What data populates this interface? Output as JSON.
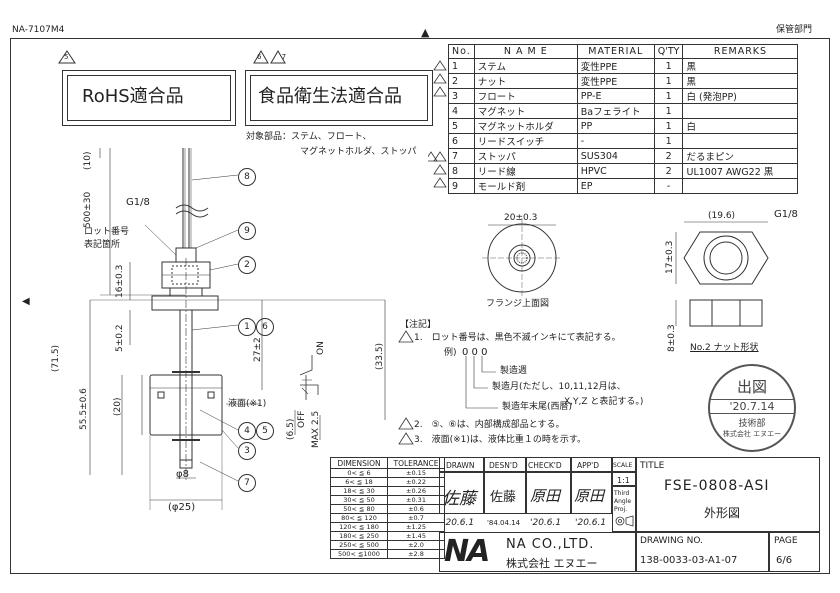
{
  "header": {
    "doc_code": "NA-7107M4",
    "dept": "保管部門"
  },
  "certifications": [
    {
      "mark": "5",
      "text": "RoHS適合品"
    },
    {
      "mark": "6 7",
      "text": "食品衛生法適合品"
    }
  ],
  "target_parts": {
    "line1": "対象部品：ステム、フロート、",
    "line2": "マグネットホルダ、ストッパ"
  },
  "parts_table": {
    "headers": [
      "No.",
      "N A M E",
      "MATERIAL",
      "Q'TY",
      "REMARKS"
    ],
    "rows": [
      {
        "rev": "6",
        "no": "1",
        "name": "ステム",
        "material": "変性PPE",
        "qty": "1",
        "remarks": "黒"
      },
      {
        "rev": "6",
        "no": "2",
        "name": "ナット",
        "material": "変性PPE",
        "qty": "1",
        "remarks": "黒"
      },
      {
        "rev": "6",
        "no": "3",
        "name": "フロート",
        "material": "PP-E",
        "qty": "1",
        "remarks": "白 (発泡PP)"
      },
      {
        "rev": "",
        "no": "4",
        "name": "マグネット",
        "material": "Baフェライト",
        "qty": "1",
        "remarks": ""
      },
      {
        "rev": "",
        "no": "5",
        "name": "マグネットホルダ",
        "material": "PP",
        "qty": "1",
        "remarks": "白"
      },
      {
        "rev": "",
        "no": "6",
        "name": "リードスイッチ",
        "material": "-",
        "qty": "1",
        "remarks": ""
      },
      {
        "rev": "6 4",
        "no": "7",
        "name": "ストッパ",
        "material": "SUS304",
        "qty": "2",
        "remarks": "だるまピン"
      },
      {
        "rev": "6",
        "no": "8",
        "name": "リード線",
        "material": "HPVC",
        "qty": "2",
        "remarks": "UL1007 AWG22 黒"
      },
      {
        "rev": "6",
        "no": "9",
        "name": "モールド剤",
        "material": "EP",
        "qty": "-",
        "remarks": ""
      }
    ]
  },
  "dims": {
    "d10": "(10)",
    "d500": "500±30",
    "g18": "G1/8",
    "d16": "16±0.3",
    "d5": "5±0.2",
    "d27": "27±2",
    "d335": "(33.5)",
    "d715": "(71.5)",
    "d555": "55.5±0.6",
    "d20": "(20)",
    "d65": "(6.5)",
    "max25": "MAX 2.5",
    "on": "ON",
    "off": "OFF",
    "phi8": "φ8",
    "phi25": "(φ25)",
    "flange20": "20±0.3",
    "hex196": "(19.6)",
    "hexg18": "G1/8",
    "hex17": "17±0.3",
    "nut8": "8±0.3"
  },
  "labels": {
    "lot_no1": "ロット番号",
    "lot_no2": "表記箇所",
    "flange_view": "フランジ上面図",
    "nut_view": "No.2 ナット形状",
    "liquid_level": "液面(※1)"
  },
  "balloons": [
    "8",
    "9",
    "2",
    "1",
    "6",
    "4",
    "5",
    "3",
    "7"
  ],
  "notes": {
    "title": "【注記】",
    "n1": "1.　ロット番号は、黒色不滅インキにて表記する。",
    "ex": "例)",
    "ex_code": "0 0 0",
    "wk": "製造週",
    "mo": "製造月(ただし、10,11,12月は、",
    "mo2": "X,Y,Z と表記する。)",
    "yr": "製造年末尾(西暦)",
    "n2": "2.　⑤、⑥は、内部構成部品とする。",
    "n3": "3.　液面(※1)は、液体比重１の時を示す。"
  },
  "stamp": {
    "top": "出図",
    "date": "'20.7.14",
    "dept": "技術部",
    "co": "株式会社 エヌエー"
  },
  "tolerance": {
    "headers": [
      "DIMENSION",
      "TOLERANCE"
    ],
    "rows": [
      [
        "0< ≦ 6",
        "±0.15"
      ],
      [
        "6< ≦ 18",
        "±0.22"
      ],
      [
        "18< ≦ 30",
        "±0.26"
      ],
      [
        "30< ≦ 50",
        "±0.31"
      ],
      [
        "50< ≦ 80",
        "±0.6"
      ],
      [
        "80< ≦ 120",
        "±0.7"
      ],
      [
        "120< ≦ 180",
        "±1.25"
      ],
      [
        "180< ≦ 250",
        "±1.45"
      ],
      [
        "250< ≦ 500",
        "±2.0"
      ],
      [
        "500< ≦1000",
        "±2.8"
      ]
    ]
  },
  "title_block": {
    "drawn": "DRAWN",
    "desnd": "DESN'D",
    "checkd": "CHECK'D",
    "appd": "APP'D",
    "scale": "SCALE",
    "title_lbl": "TITLE",
    "scale_val": "1:1",
    "third": "Third",
    "angle": "Angle",
    "proj": "Proj.",
    "drawn_sig": "佐藤",
    "desn_sig": "佐藤",
    "check_sig": "原田",
    "app_sig": "原田",
    "drawn_date": "'20.6.1",
    "desn_date": "'84.04.14",
    "check_date": "'20.6.1",
    "app_date": "'20.6.1",
    "model": "FSE-0808-ASI",
    "subtitle": "外形図",
    "logo": "NA",
    "company_en": "NA CO.,LTD.",
    "company_jp": "株式会社 エヌエー",
    "drawing_no_lbl": "DRAWING NO.",
    "drawing_no": "138-0033-03-A1-07",
    "page_lbl": "PAGE",
    "page": "6/6"
  }
}
